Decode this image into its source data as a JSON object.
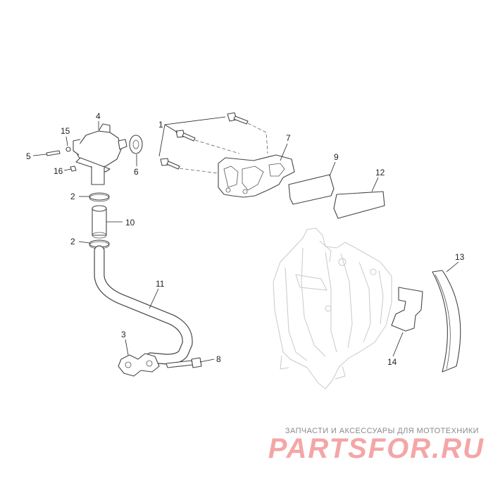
{
  "callouts": {
    "c1": "1",
    "c2a": "2",
    "c2b": "2",
    "c3": "3",
    "c4": "4",
    "c5": "5",
    "c6": "6",
    "c7": "7",
    "c8": "8",
    "c9": "9",
    "c10": "10",
    "c11": "11",
    "c12": "12",
    "c13": "13",
    "c14": "14",
    "c15": "15",
    "c16": "16"
  },
  "watermark": {
    "caption": "ЗАПЧАСТИ И АКСЕССУАРЫ ДЛЯ МОТОТЕХНИКИ",
    "logo_text": "PARTSFOR.RU",
    "logo_color": "#f4a6a6"
  }
}
